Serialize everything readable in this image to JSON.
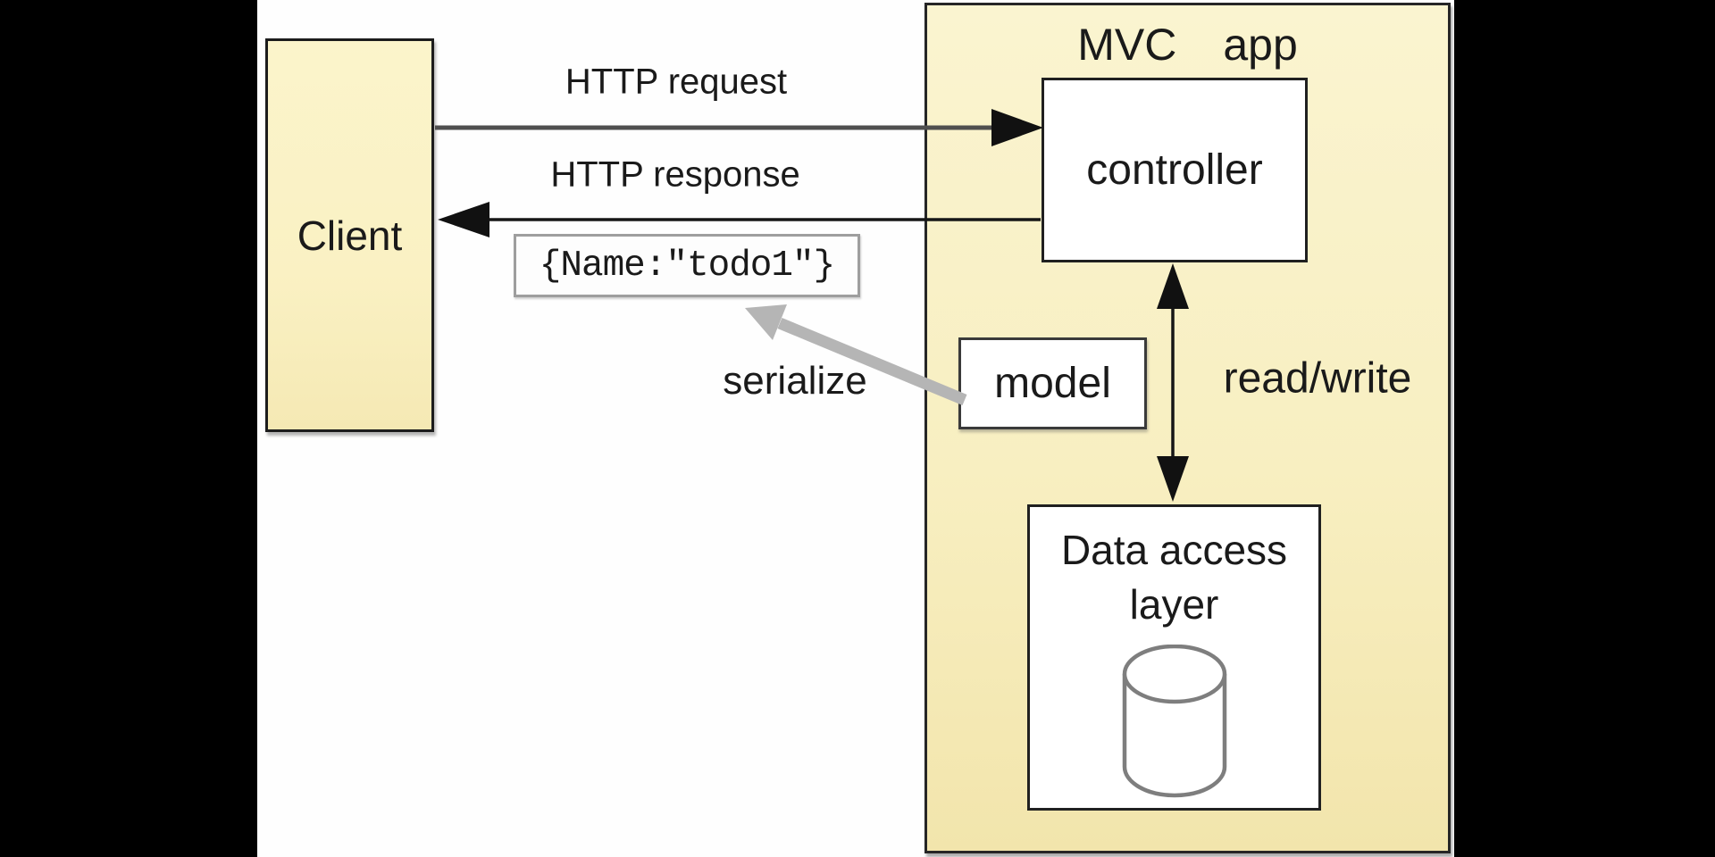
{
  "canvas": {
    "background_color": "#000000",
    "panel_color": "#fefefe"
  },
  "palette": {
    "node_fill_yellow": "#f8efc1",
    "node_fill_white": "#ffffff",
    "node_border_dark": "#202020",
    "request_arrow_line": "#4f4f4f",
    "black_arrow": "#111111",
    "serialize_arrow_gray": "#b5b5b5",
    "database_icon_stroke": "#7e7e7e",
    "json_box_border": "#9e9e9e",
    "text_color": "#1a1a1a"
  },
  "diagram": {
    "client": {
      "label": "Client"
    },
    "mvc": {
      "title_mvc": "MVC",
      "title_app": "app",
      "controller_label": "controller",
      "model_label": "model",
      "dal_label": "Data access layer"
    },
    "flows": {
      "http_request": "HTTP request",
      "http_response": "HTTP response",
      "json_payload": "{Name:\"todo1\"}",
      "serialize": "serialize",
      "read_write": "read/write"
    },
    "icons": {
      "database": "database-cylinder"
    }
  }
}
